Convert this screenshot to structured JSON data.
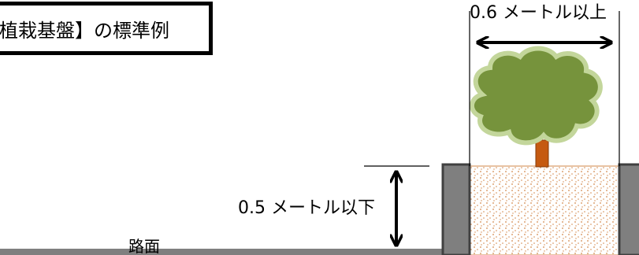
{
  "title": "植栽基盤】の標準例",
  "width_label": "0.6 メートル以上",
  "height_label": "0.5 メートル以下",
  "road_label": "路面",
  "colors": {
    "soil_dots": "#d2874a",
    "curb": "#7f7f7f",
    "trunk": "#c55a11",
    "foliage": "#76933c",
    "foliage_outline": "#c3d69b"
  }
}
